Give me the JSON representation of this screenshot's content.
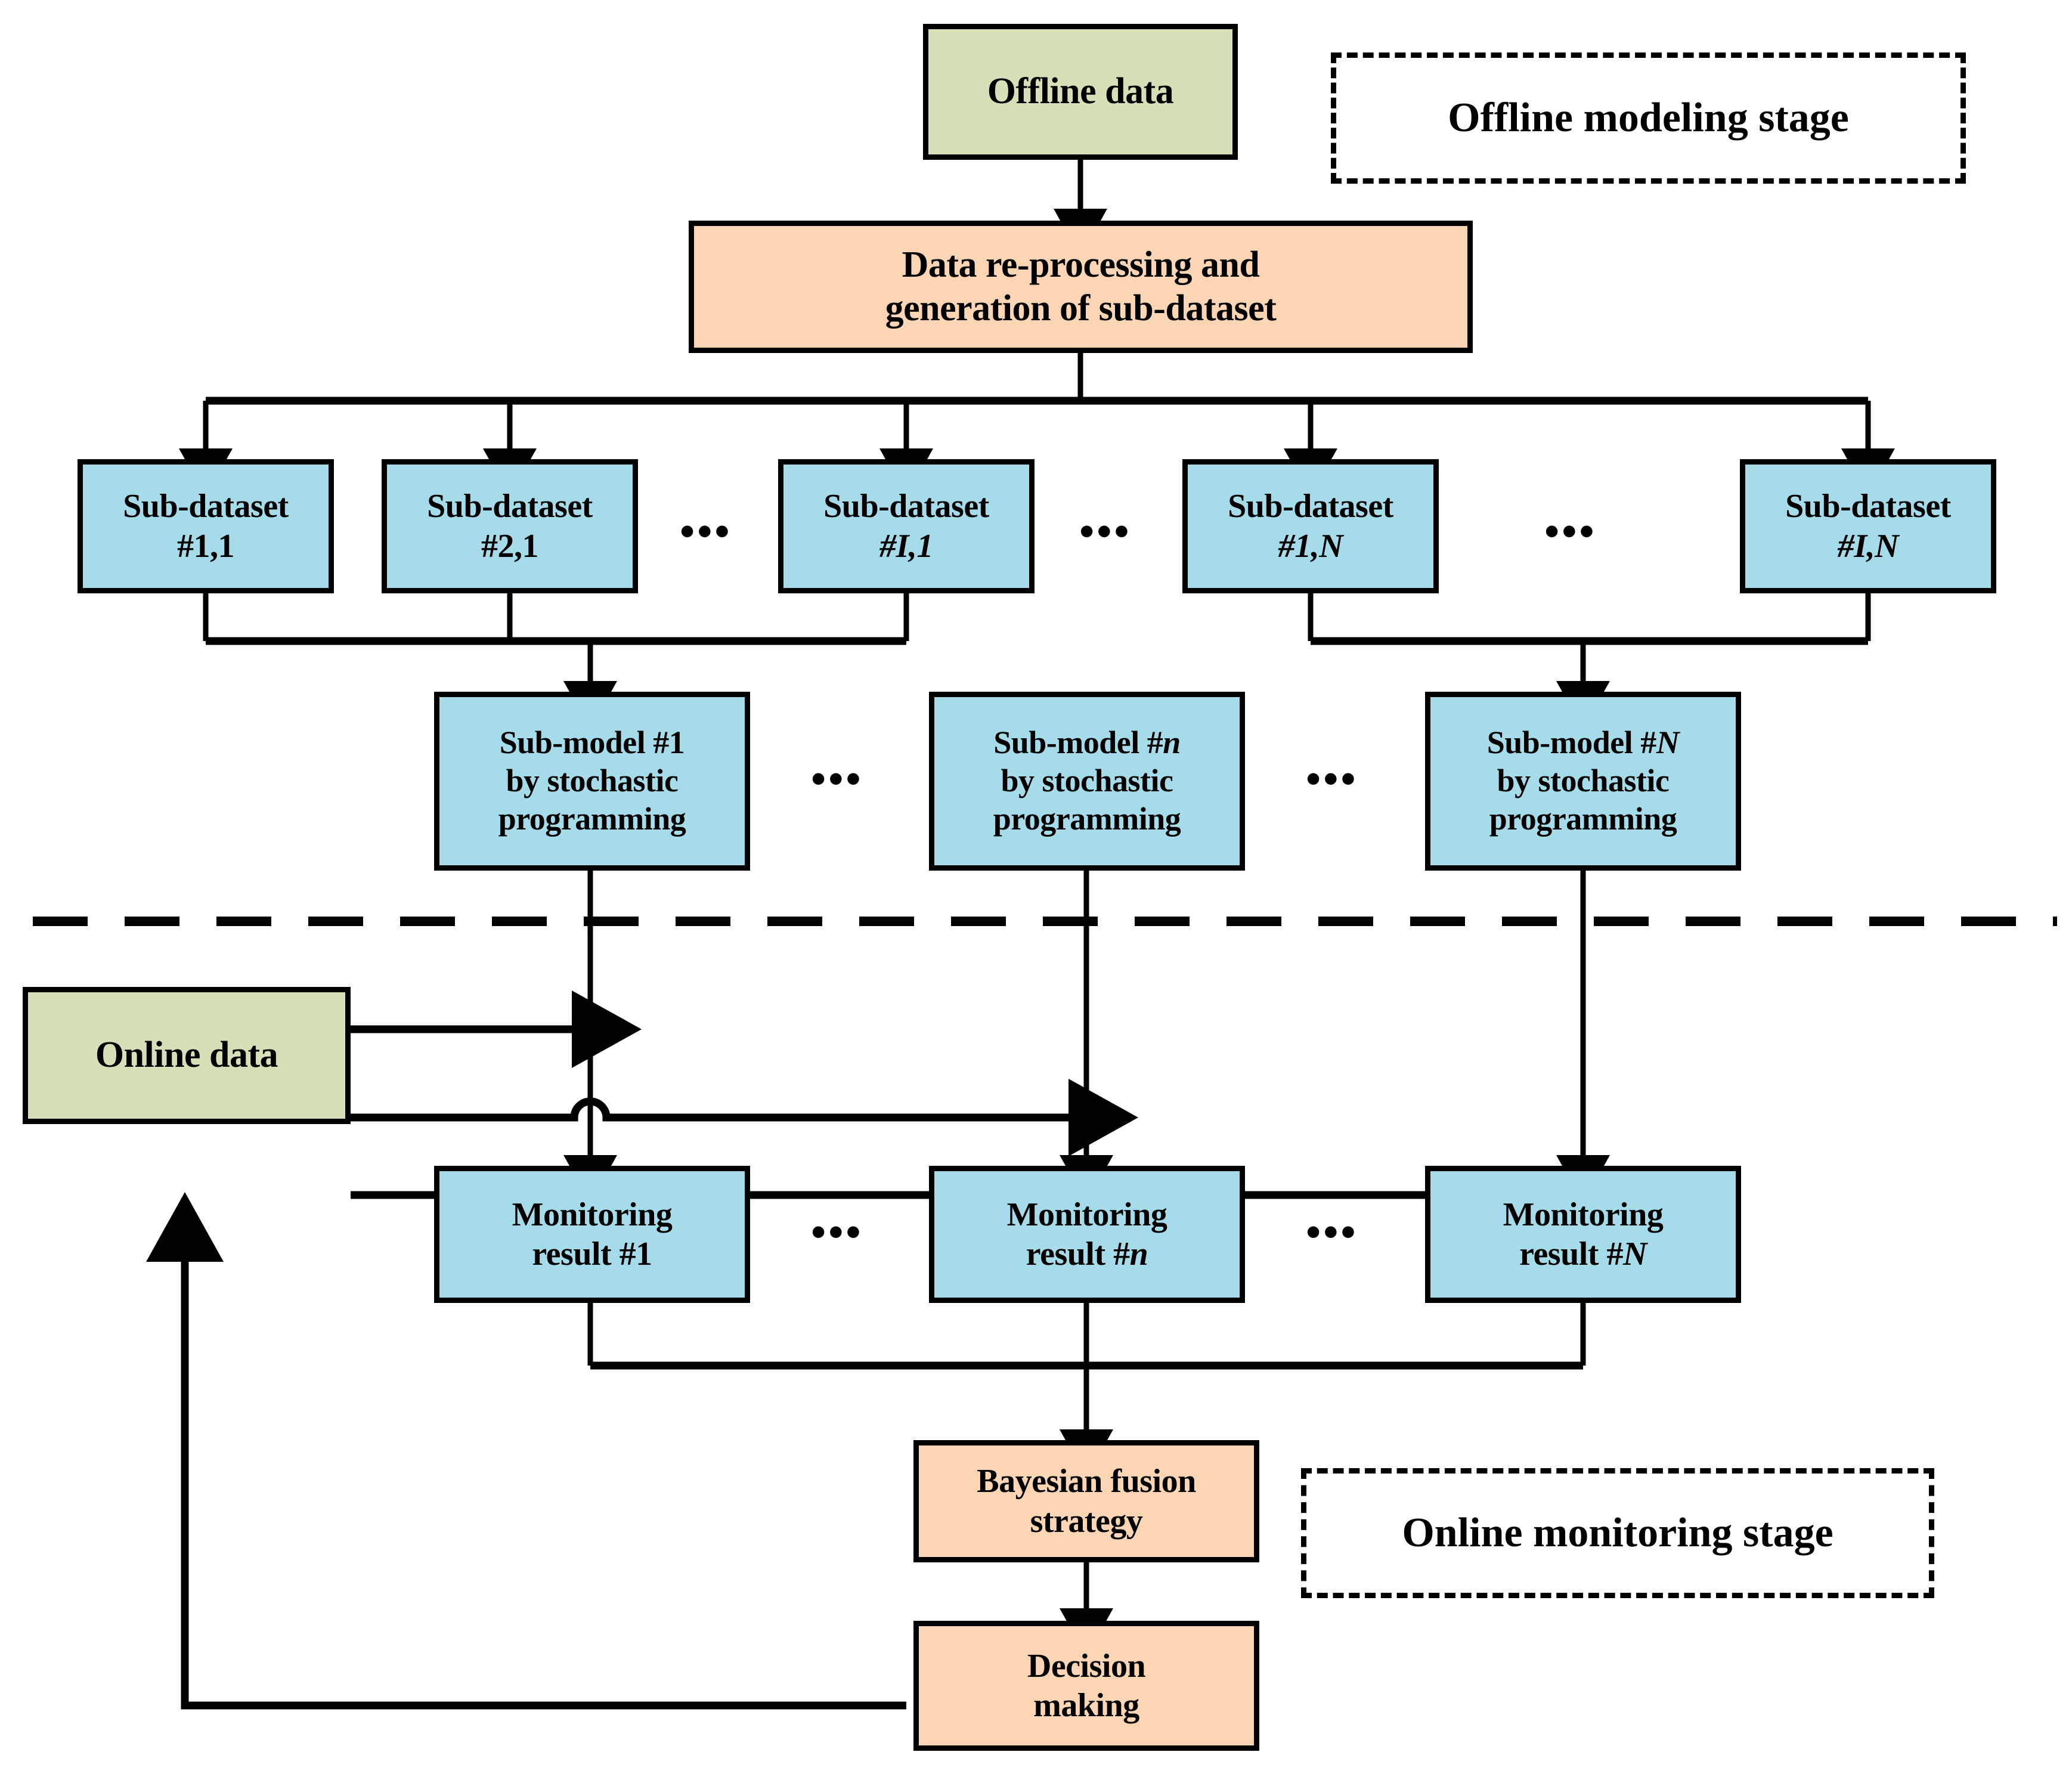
{
  "diagram": {
    "title_offline_stage": "Offline modeling stage",
    "title_online_stage": "Online monitoring stage",
    "colors": {
      "green": "#d6e0b8",
      "blue": "#a6dcea",
      "orange": "#fcd5b5",
      "stroke": "#000000",
      "background": "#ffffff"
    },
    "nodes": {
      "offline_data": "Offline data",
      "preprocessing_line1": "Data re-processing and",
      "preprocessing_line2": "generation of sub-dataset",
      "online_data": "Online data",
      "bayesian_line1": "Bayesian fusion",
      "bayesian_line2": "strategy",
      "decision_line1": "Decision",
      "decision_line2": "making"
    },
    "sub_datasets": [
      {
        "line1": "Sub-dataset",
        "line2_prefix": "#1,1",
        "id": "1-1"
      },
      {
        "line1": "Sub-dataset",
        "line2_prefix": "#2,1",
        "id": "2-1"
      },
      {
        "line1": "Sub-dataset",
        "line2_prefix": "#I,1",
        "id": "I-1"
      },
      {
        "line1": "Sub-dataset",
        "line2_prefix": "#1,N",
        "id": "1-N"
      },
      {
        "line1": "Sub-dataset",
        "line2_prefix": "#I,N",
        "id": "I-N"
      }
    ],
    "sub_models": [
      {
        "line1": "Sub-model #1",
        "line2": "by stochastic",
        "line3": "programming",
        "id": "1"
      },
      {
        "line1": "Sub-model #n",
        "line2": "by stochastic",
        "line3": "programming",
        "id": "n"
      },
      {
        "line1": "Sub-model #N",
        "line2": "by stochastic",
        "line3": "programming",
        "id": "N"
      }
    ],
    "monitoring_results": [
      {
        "line1": "Monitoring",
        "line2": "result #1",
        "id": "1"
      },
      {
        "line1": "Monitoring",
        "line2": "result #n",
        "id": "n"
      },
      {
        "line1": "Monitoring",
        "line2": "result #N",
        "id": "N"
      }
    ],
    "ellipses": {
      "glyph": "•••",
      "count_subdataset_row": 3,
      "count_submodel_row": 2,
      "count_monitoring_row": 2
    },
    "separator": {
      "type": "dashed-horizontal-divider",
      "meaning": "divides offline modeling stage from online monitoring stage"
    }
  }
}
